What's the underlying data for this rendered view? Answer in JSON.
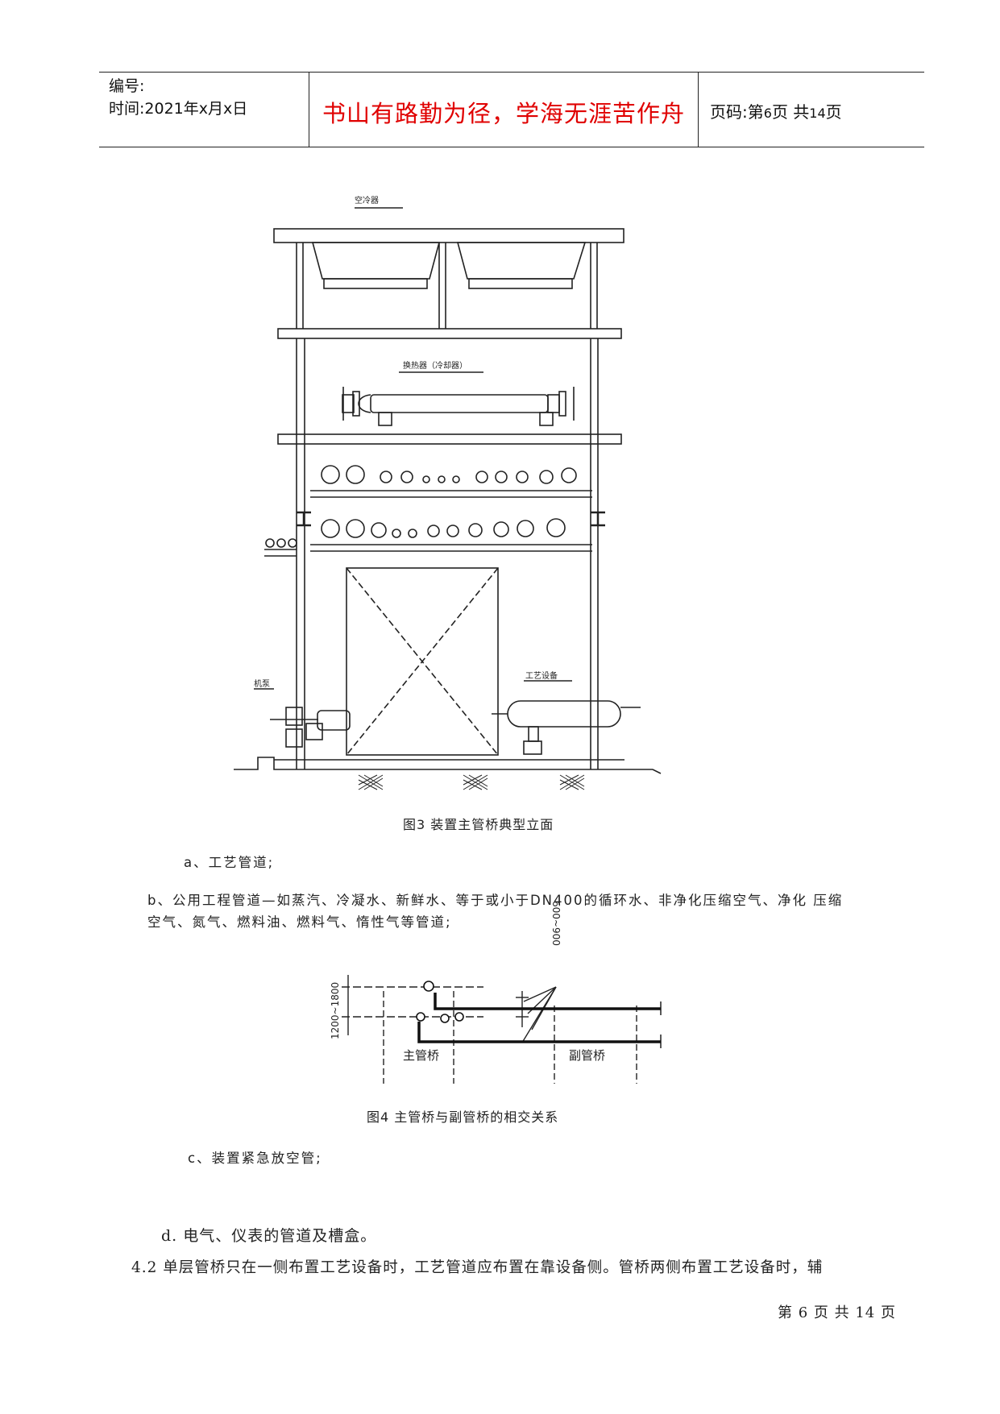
{
  "header": {
    "number_label": "编号:",
    "time_label": "时间:2021年x月x日",
    "motto": "书山有路勤为径，学海无涯苦作舟",
    "page_prefix": "页码:第",
    "page_num": "6",
    "page_mid": "页  共",
    "page_total": "14",
    "page_suffix": "页"
  },
  "figure3": {
    "label_air_cooler": "空冷器",
    "label_heat_exchanger": "换热器（冷却器）",
    "label_pump": "机泵",
    "label_equipment": "工艺设备",
    "caption": "图3    装置主管桥典型立面"
  },
  "items": {
    "a": "a、工艺管道;",
    "b_line1": "b、公用工程管道—如蒸汽、冷凝水、新鲜水、等于或小于DN400的循环水、非净化压缩空气、净化 压缩",
    "b_line2": "空气、氮气、燃料油、燃料气、惰性气等管道;",
    "c": "c、装置紧急放空管;",
    "d": "d.  电气、仪表的管道及槽盒。"
  },
  "figure4": {
    "dim_vertical": "1200~1800",
    "dim_offset": "600~900",
    "label_main": "主管桥",
    "label_secondary": "副管桥",
    "caption": "图4  主管桥与副管桥的相交关系"
  },
  "section_4_2": "4.2  单层管桥只在一侧布置工艺设备时，工艺管道应布置在靠设备侧。管桥两侧布置工艺设备时，辅",
  "footer": "第 6 页 共 14 页"
}
